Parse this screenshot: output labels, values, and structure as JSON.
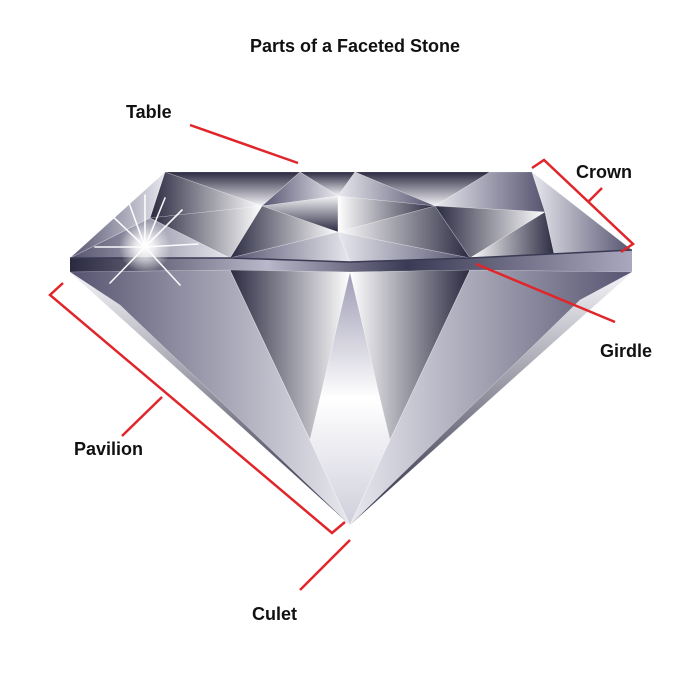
{
  "title": "Parts of a Faceted Stone",
  "labels": {
    "table": "Table",
    "crown": "Crown",
    "girdle": "Girdle",
    "pavilion": "Pavilion",
    "culet": "Culet"
  },
  "colors": {
    "leader_line": "#e0262b",
    "facet_dark": "#2a2940",
    "facet_mid": "#6e6c88",
    "facet_light": "#ffffff",
    "text": "#111111"
  }
}
